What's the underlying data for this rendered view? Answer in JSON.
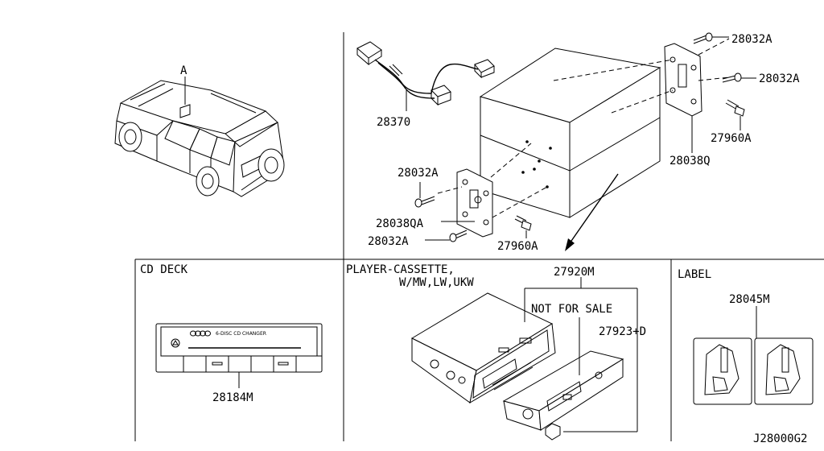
{
  "sections": {
    "cd_deck": "CD DECK",
    "player_line1": "PLAYER-CASSETTE,",
    "player_line2": "W/MW,LW,UKW",
    "label": "LABEL"
  },
  "vehicle_callout": "A",
  "part_numbers": {
    "p28032A_top": "28032A",
    "p28032A_mid": "28032A",
    "p27960A_right": "27960A",
    "p28038Q": "28038Q",
    "p28370": "28370",
    "p28032A_left": "28032A",
    "p28038QA": "28038QA",
    "p28032A_bottom": "28032A",
    "p27960A_bottom": "27960A",
    "p28184M": "28184M",
    "p27920M": "27920M",
    "p27923D": "27923+D",
    "p28045M": "28045M"
  },
  "not_for_sale": "NOT FOR SALE",
  "cd_panel_text": "6-DISC CD CHANGER",
  "diagram_id": "J28000G2"
}
